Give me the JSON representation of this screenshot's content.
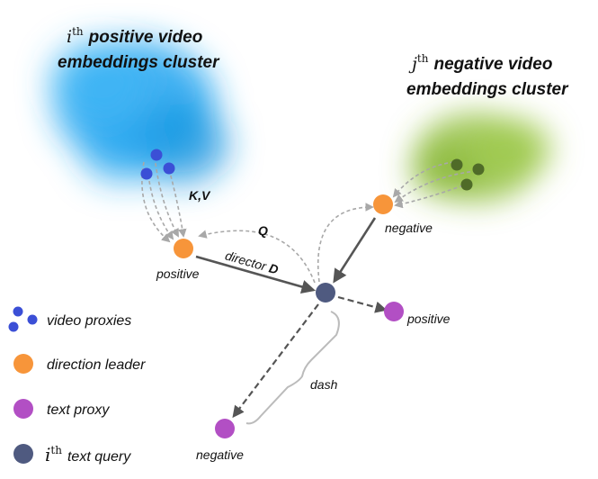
{
  "clusters": {
    "positive": {
      "superscript_base": "i",
      "superscript": "th",
      "title_line1": "positive video",
      "title_line2": "embeddings cluster",
      "color": "#1ea3f0"
    },
    "negative": {
      "superscript_base": "j",
      "superscript": "th",
      "title_line1": "negative video",
      "title_line2": "embeddings cluster",
      "color": "#8dbd3a"
    }
  },
  "labels": {
    "kv": "K,V",
    "q": "Q",
    "director": "director",
    "director_symbol": "D",
    "dash": "dash",
    "positive_leader": "positive",
    "negative_leader": "negative",
    "positive_proxy": "positive",
    "negative_proxy": "negative"
  },
  "legend": {
    "video_proxies": "video proxies",
    "direction_leader": "direction leader",
    "text_proxy": "text proxy",
    "text_query_base": "i",
    "text_query_sup": "th",
    "text_query": "text query"
  },
  "colors": {
    "video_proxy": "#3b4fd6",
    "neg_video_proxy": "#4f6b28",
    "direction_leader": "#f7953a",
    "text_proxy": "#b24fc4",
    "text_query": "#4f5a80",
    "arrow_dark": "#555555",
    "arrow_light": "#a8a8a8"
  }
}
